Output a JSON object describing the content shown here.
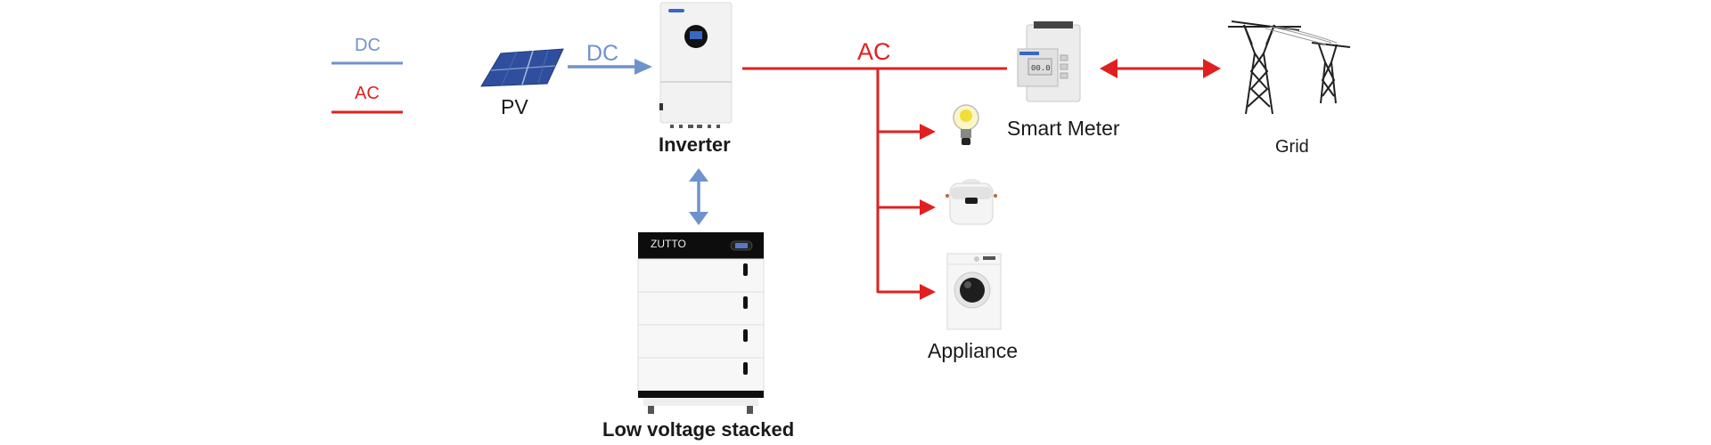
{
  "title": "Low voltage stacked battery system wiring",
  "colors": {
    "dc": "#7092cc",
    "ac": "#e02020",
    "text": "#1a1a1a"
  },
  "legend": [
    {
      "label": "DC",
      "color": "#7092cc"
    },
    {
      "label": "AC",
      "color": "#e02020"
    }
  ],
  "nodes": {
    "pv": {
      "label": "PV",
      "icon": "solar-panel-icon"
    },
    "inverter": {
      "label": "Inverter",
      "icon": "inverter-icon"
    },
    "battery": {
      "label": "Low voltage stacked",
      "brand": "ZUTTO",
      "icon": "battery-stack-icon",
      "modules": 4
    },
    "smart_meter": {
      "label": "Smart Meter",
      "icon": "smart-meter-icon"
    },
    "grid": {
      "label": "Grid",
      "icon": "power-tower-icon"
    },
    "appliances": {
      "label": "Appliance",
      "items": [
        {
          "name": "light-bulb",
          "icon": "light-bulb-icon"
        },
        {
          "name": "rice-cooker",
          "icon": "rice-cooker-icon"
        },
        {
          "name": "washing-machine",
          "icon": "washing-machine-icon"
        }
      ]
    }
  },
  "connections": [
    {
      "from": "pv",
      "to": "inverter",
      "type": "DC",
      "label": "DC",
      "direction": "one-way"
    },
    {
      "from": "inverter",
      "to": "battery",
      "type": "DC",
      "label": "",
      "direction": "two-way"
    },
    {
      "from": "inverter",
      "to": "smart_meter",
      "type": "AC",
      "label": "AC",
      "direction": "none"
    },
    {
      "from": "smart_meter",
      "to": "grid",
      "type": "AC",
      "label": "",
      "direction": "two-way"
    },
    {
      "from": "inverter",
      "to": "appliances",
      "type": "AC",
      "label": "",
      "direction": "one-way"
    }
  ]
}
